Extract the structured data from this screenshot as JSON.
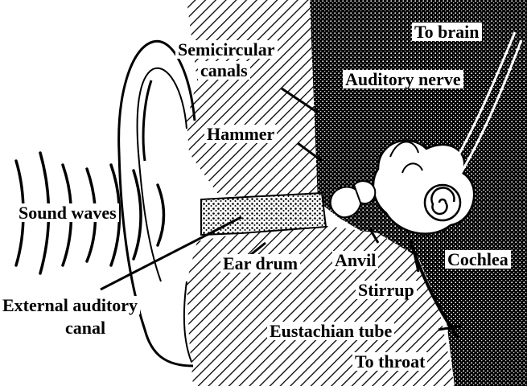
{
  "labels": {
    "to_brain": "To brain",
    "semicircular_line1": "Semicircular",
    "semicircular_line2": "canals",
    "auditory_nerve": "Auditory nerve",
    "hammer": "Hammer",
    "sound_waves": "Sound waves",
    "ear_drum": "Ear drum",
    "anvil": "Anvil",
    "cochlea": "Cochlea",
    "stirrup": "Stirrup",
    "external_line1": "External auditory",
    "external_line2": "canal",
    "eustachian_tube": "Eustachian tube",
    "to_throat": "To throat"
  },
  "colors": {
    "ink": "#000000",
    "paper": "#ffffff"
  }
}
